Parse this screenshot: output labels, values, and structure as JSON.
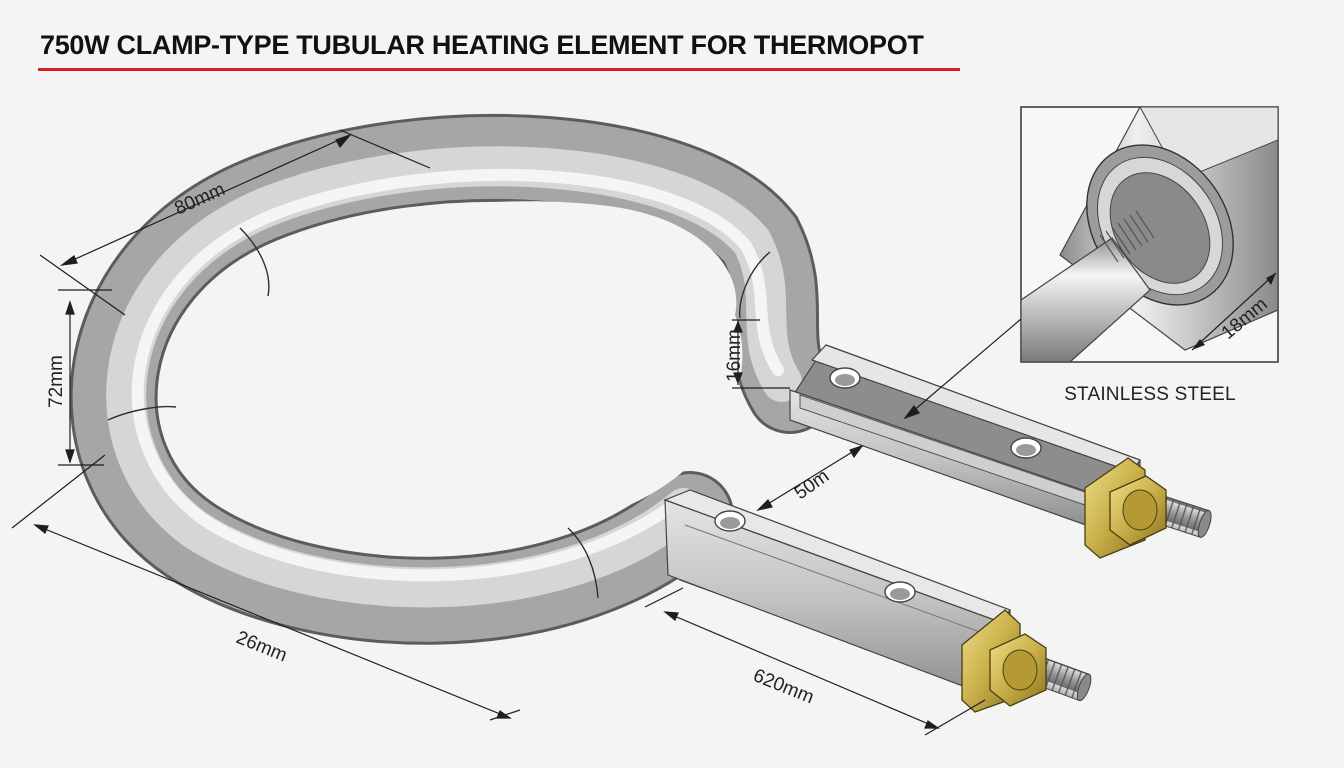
{
  "title": "750W CLAMP-TYPE TUBULAR HEATING ELEMENT FOR THERMOPOT",
  "colors": {
    "title_underline": "#d42020",
    "tube_steel": "#b8b8b8",
    "nut_brass": "#c9b04a"
  },
  "dimensions": {
    "top_diameter": "80mm",
    "height": "72mm",
    "tube": "16mm",
    "bracket_gap": "50m",
    "bottom_width": "26mm",
    "leg_length": "620mm",
    "inset_diameter": "18mm"
  },
  "inset": {
    "material": "STAINLESS STEEL"
  }
}
